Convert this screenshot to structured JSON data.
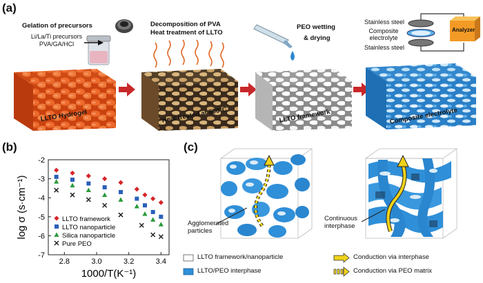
{
  "panel_a": {
    "label": "(a)",
    "step1": {
      "title": "Gelation of precursors",
      "line1": "Li/La/Ti precursors",
      "line2": "PVA/GA/HCl",
      "block_label": "LLTO Hydrogel"
    },
    "step2": {
      "title1": "Decomposition of PVA",
      "title2": "Heat treatment of LLTO",
      "block_label": "Heat treated at 800°C"
    },
    "step3": {
      "title1": "PEO wetting",
      "title2": "& drying",
      "block_label": "LLTO framework"
    },
    "step4": {
      "top": "Stainless steel",
      "mid1": "Composite",
      "mid2": "electrolyte",
      "bottom": "Stainless steel",
      "analyzer": "Analyzer",
      "block_label": "Composite electrolyte"
    },
    "colors": {
      "hydrogel": "#e8541c",
      "heat": "#c89a5a",
      "framework": "#f2f2f2",
      "composite": "#3a93d6",
      "arrow": "#c8282a"
    }
  },
  "panel_b": {
    "label": "(b)"
  },
  "panel_c": {
    "label": "(c)",
    "callout1": "Agglomerated particles",
    "callout1_l1": "Agglomerated",
    "callout1_l2": "particles",
    "callout2_l1": "Continuous",
    "callout2_l2": "interphase",
    "legend": [
      {
        "text": "LLTO framework/nanoparticle",
        "icon": "white-box"
      },
      {
        "text": "LLTO/PEO interphase",
        "icon": "blue-box"
      },
      {
        "text": "Conduction via interphase",
        "icon": "solid-arrow"
      },
      {
        "text": "Conduction via PEO matrix",
        "icon": "dashed-arrow"
      }
    ],
    "colors": {
      "blob": "#2f8fd8",
      "arrow": "#f0d21a"
    }
  },
  "chart_data": {
    "type": "scatter",
    "xlabel": "1000/T(K⁻¹)",
    "ylabel": "log σ (s·cm⁻¹)",
    "xlim": [
      2.7,
      3.45
    ],
    "ylim": [
      -7,
      -2
    ],
    "xticks": [
      "2.8",
      "3.0",
      "3.2",
      "3.4"
    ],
    "xtick_values": [
      2.8,
      3.0,
      3.2,
      3.4
    ],
    "yticks": [
      "-2",
      "-3",
      "-4",
      "-5",
      "-6",
      "-7"
    ],
    "ytick_values": [
      -2,
      -3,
      -4,
      -5,
      -6,
      -7
    ],
    "x": [
      2.75,
      2.85,
      2.95,
      3.05,
      3.15,
      3.25,
      3.32,
      3.4
    ],
    "series": [
      {
        "name": "LLTO framework",
        "color": "#d6252a",
        "marker": "diamond",
        "values": [
          -2.55,
          -2.7,
          -2.85,
          -3.0,
          -3.2,
          -3.55,
          -3.85,
          -4.05,
          -4.25
        ]
      },
      {
        "name": "LLTO nanoparticle",
        "color": "#2a5fb8",
        "marker": "square",
        "values": [
          -2.9,
          -3.05,
          -3.25,
          -3.45,
          -3.7,
          -4.05,
          -4.4,
          -4.75,
          -5.0
        ]
      },
      {
        "name": "Silica nanoparticle",
        "color": "#2a9a3a",
        "marker": "triangle",
        "values": [
          -3.15,
          -3.35,
          -3.6,
          -3.85,
          -4.1,
          -4.45,
          -4.85,
          -5.15,
          -5.4
        ]
      },
      {
        "name": "Pure PEO",
        "color": "#222222",
        "marker": "cross",
        "values": [
          -3.6,
          -3.85,
          -4.1,
          -4.4,
          -4.9,
          -5.45,
          -5.95,
          -6.05
        ]
      }
    ],
    "x_full": [
      2.75,
      2.85,
      2.95,
      3.05,
      3.15,
      3.25,
      3.3,
      3.35,
      3.4
    ],
    "x_peo": [
      2.75,
      2.85,
      2.95,
      3.05,
      3.15,
      3.28,
      3.35,
      3.4
    ],
    "legend_position": "bottom-left"
  }
}
